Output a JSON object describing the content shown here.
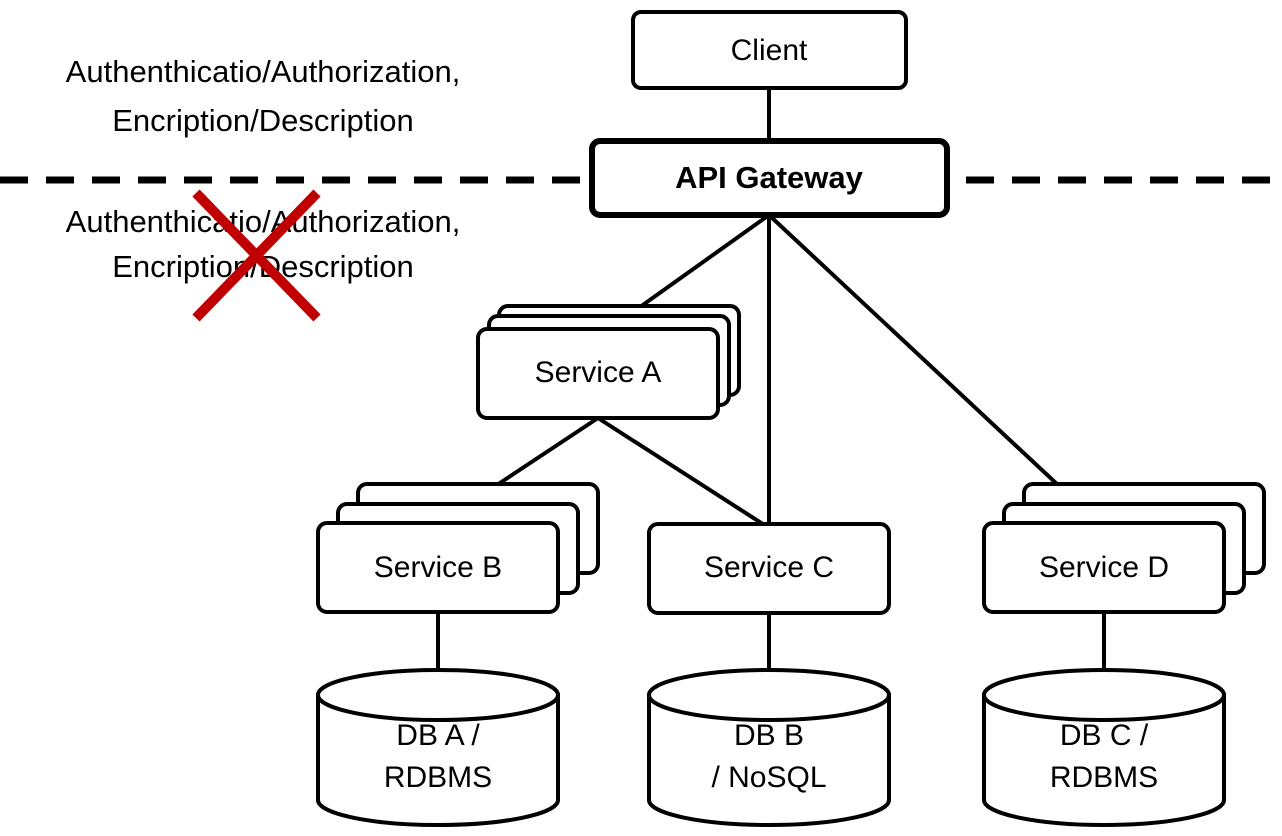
{
  "diagram": {
    "title": "Microservices API Gateway Architecture",
    "type": "architecture-diagram",
    "background_color": "#FFFFFF",
    "line_color": "#000000",
    "accent_color": "#C00000"
  },
  "annotations": {
    "above_boundary": {
      "line1": "Authenthicatio/Authorization,",
      "line2": "Encription/Description",
      "struck_out": false
    },
    "below_boundary": {
      "line1": "Authenthicatio/Authorization,",
      "line2": "Encription/Description",
      "struck_out": true,
      "strike_color": "#C00000",
      "strike_marker": "red-cross"
    }
  },
  "boundary": {
    "name": "trust-boundary",
    "style": "dashed",
    "orientation": "horizontal",
    "color": "#000000"
  },
  "nodes": {
    "client": {
      "label": "Client",
      "shape": "rectangle",
      "bold": false
    },
    "gateway": {
      "label": "API Gateway",
      "shape": "rectangle",
      "bold": true
    },
    "service_a": {
      "label": "Service A",
      "shape": "stacked-rectangle",
      "stack_count": 3
    },
    "service_b": {
      "label": "Service B",
      "shape": "stacked-rectangle",
      "stack_count": 3
    },
    "service_c": {
      "label": "Service C",
      "shape": "rectangle",
      "stack_count": 1
    },
    "service_d": {
      "label": "Service D",
      "shape": "stacked-rectangle",
      "stack_count": 3
    },
    "db_a": {
      "label_line1": "DB A /",
      "label_line2": "RDBMS",
      "shape": "cylinder"
    },
    "db_b": {
      "label_line1": "DB B",
      "label_line2": "/ NoSQL",
      "shape": "cylinder"
    },
    "db_c": {
      "label_line1": "DB C /",
      "label_line2": "RDBMS",
      "shape": "cylinder"
    }
  },
  "edges": [
    {
      "from": "client",
      "to": "gateway"
    },
    {
      "from": "gateway",
      "to": "service_a"
    },
    {
      "from": "gateway",
      "to": "service_c"
    },
    {
      "from": "gateway",
      "to": "service_d"
    },
    {
      "from": "service_a",
      "to": "service_b"
    },
    {
      "from": "service_a",
      "to": "service_c"
    },
    {
      "from": "service_b",
      "to": "db_a"
    },
    {
      "from": "service_c",
      "to": "db_b"
    },
    {
      "from": "service_d",
      "to": "db_c"
    }
  ]
}
